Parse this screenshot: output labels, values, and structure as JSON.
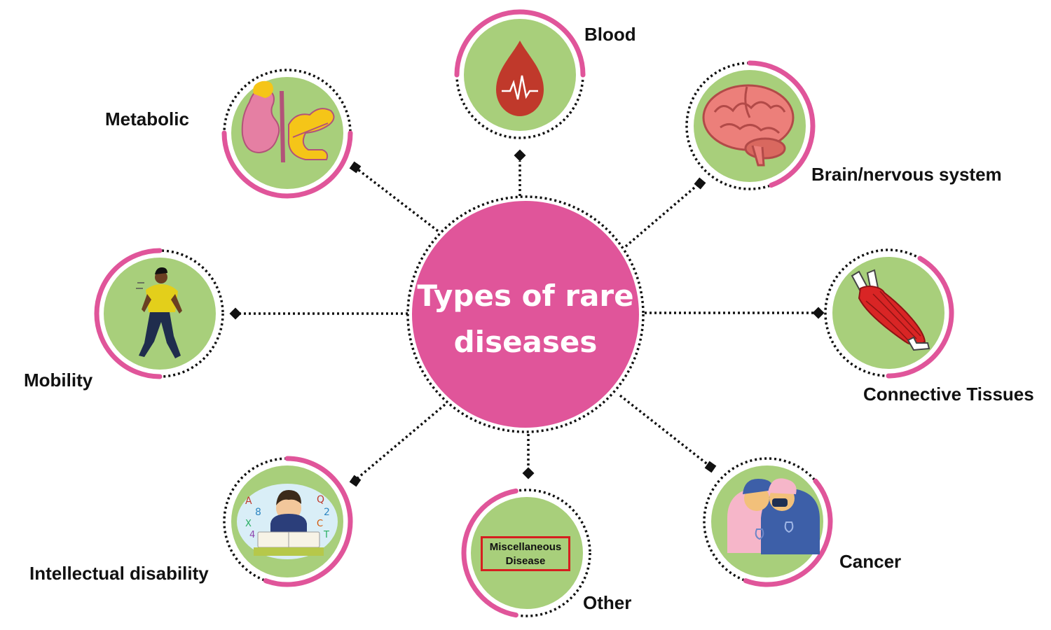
{
  "center": {
    "title": "Types of rare diseases",
    "fill": "#e0559a"
  },
  "colors": {
    "node_fill": "#a8cf7b",
    "ring_accent": "#e0559a",
    "connector": "#111111"
  },
  "nodes": [
    {
      "id": "blood",
      "label": "Blood",
      "icon": "blood-drop-icon"
    },
    {
      "id": "brain",
      "label": "Brain/nervous system",
      "icon": "brain-icon"
    },
    {
      "id": "connective",
      "label": "Connective Tissues",
      "icon": "muscle-icon"
    },
    {
      "id": "cancer",
      "label": "Cancer",
      "icon": "cancer-support-icon"
    },
    {
      "id": "other",
      "label": "Other",
      "icon": "miscellaneous-box-icon",
      "inner_text": "Miscellaneous Disease"
    },
    {
      "id": "intellectual",
      "label": "Intellectual disability",
      "icon": "confused-student-icon"
    },
    {
      "id": "mobility",
      "label": "Mobility",
      "icon": "walking-person-icon"
    },
    {
      "id": "metabolic",
      "label": "Metabolic",
      "icon": "kidney-pancreas-icon"
    }
  ]
}
